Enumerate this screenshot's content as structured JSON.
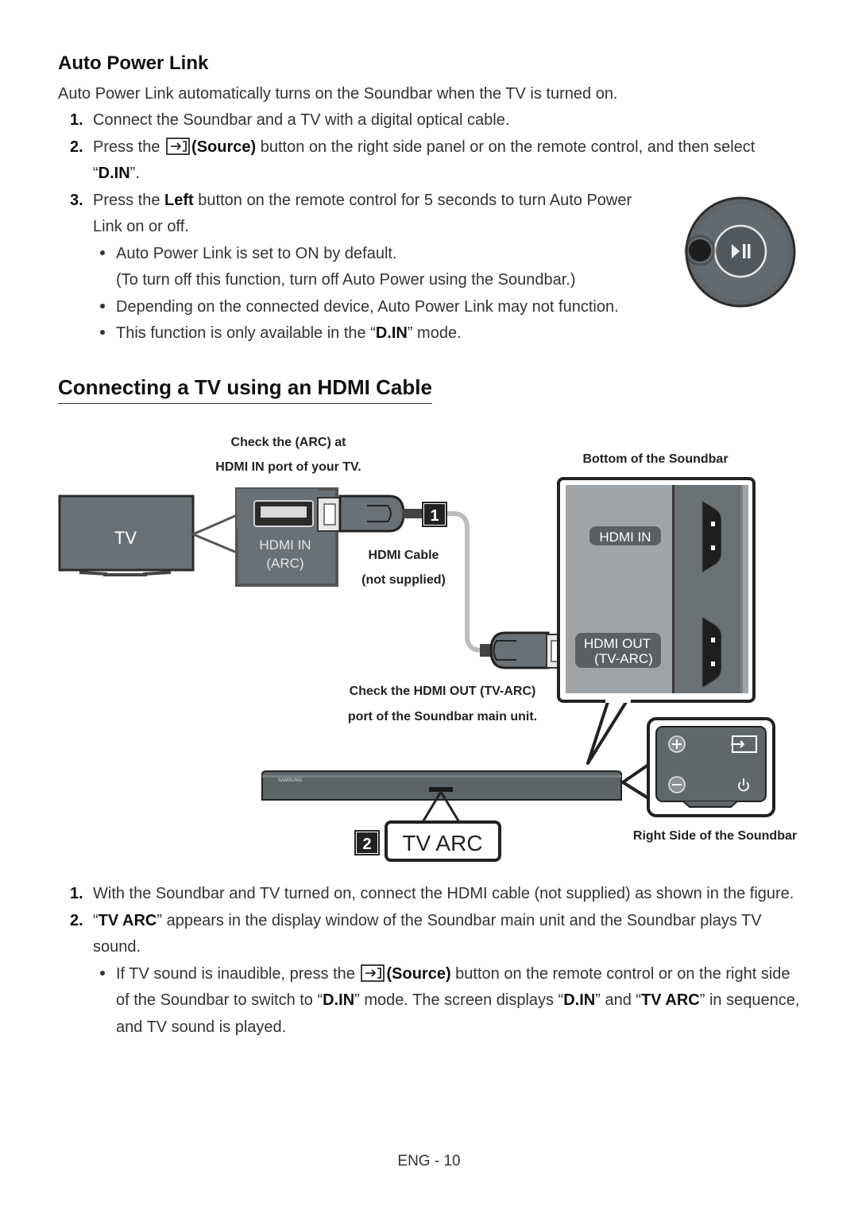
{
  "section1": {
    "title": "Auto Power Link",
    "intro": "Auto Power Link automatically turns on the Soundbar when the TV is turned on.",
    "steps": [
      {
        "num": "1.",
        "text": "Connect the Soundbar and a TV with a digital optical cable."
      },
      {
        "num": "2.",
        "pre": "Press the",
        "bold": "(Source)",
        "post": "button on the right side panel or on the remote control, and then select",
        "line2_open": "“",
        "line2_bold": "D.IN",
        "line2_close": "”."
      },
      {
        "num": "3.",
        "pre": "Press the",
        "bold": "Left",
        "post": "button on the remote control for 5 seconds to turn Auto Power",
        "line2": "Link on or off."
      }
    ],
    "bullets": [
      {
        "text": "Auto Power Link is set to ON by default.",
        "text2": "(To turn off this function, turn off Auto Power using the Soundbar.)"
      },
      {
        "text": "Depending on the connected device, Auto Power Link may not function."
      },
      {
        "pre": "This function is only available in the “",
        "bold": "D.IN",
        "post": "” mode."
      }
    ]
  },
  "section2": {
    "title": "Connecting a TV using an HDMI Cable",
    "figure": {
      "tv_screen_label": "TV",
      "check_arc_line1": "Check the (ARC) at",
      "check_arc_line2": "HDMI IN port of your TV.",
      "tv_port_line1": "HDMI IN",
      "tv_port_line2": "(ARC)",
      "step1_badge": "1",
      "cable_line1": "HDMI Cable",
      "cable_line2": "(not supplied)",
      "bottom_label": "Bottom of the Soundbar",
      "hdmi_in_label": "HDMI IN",
      "hdmi_out_line1": "HDMI OUT",
      "hdmi_out_line2": "(TV-ARC)",
      "check_out_line1": "Check the HDMI OUT (TV-ARC)",
      "check_out_line2": "port of the Soundbar main unit.",
      "step2_badge": "2",
      "display_text": "TV ARC",
      "right_side_label": "Right Side of the Soundbar",
      "brand_text": "SAMSUNG"
    },
    "steps": [
      {
        "num": "1.",
        "text": "With the Soundbar and TV turned on, connect the HDMI cable (not supplied) as shown in the figure."
      },
      {
        "num": "2.",
        "open": "“",
        "bold": "TV ARC",
        "post": "” appears in the display window of the Soundbar main unit and the Soundbar plays TV",
        "line2": "sound."
      }
    ],
    "bullet": {
      "pre": "If TV sound is inaudible, press the",
      "bold": "(Source)",
      "post": "button on the remote control or on the right side",
      "l2a": "of the Soundbar to switch to “",
      "l2b": "D.IN",
      "l2c": "” mode. The screen displays “",
      "l2d": "D.IN",
      "l2e": "” and “",
      "l2f": "TV ARC",
      "l2g": "” in sequence,",
      "line3": "and TV sound is played."
    }
  },
  "footer": {
    "page_number": "ENG - 10"
  }
}
